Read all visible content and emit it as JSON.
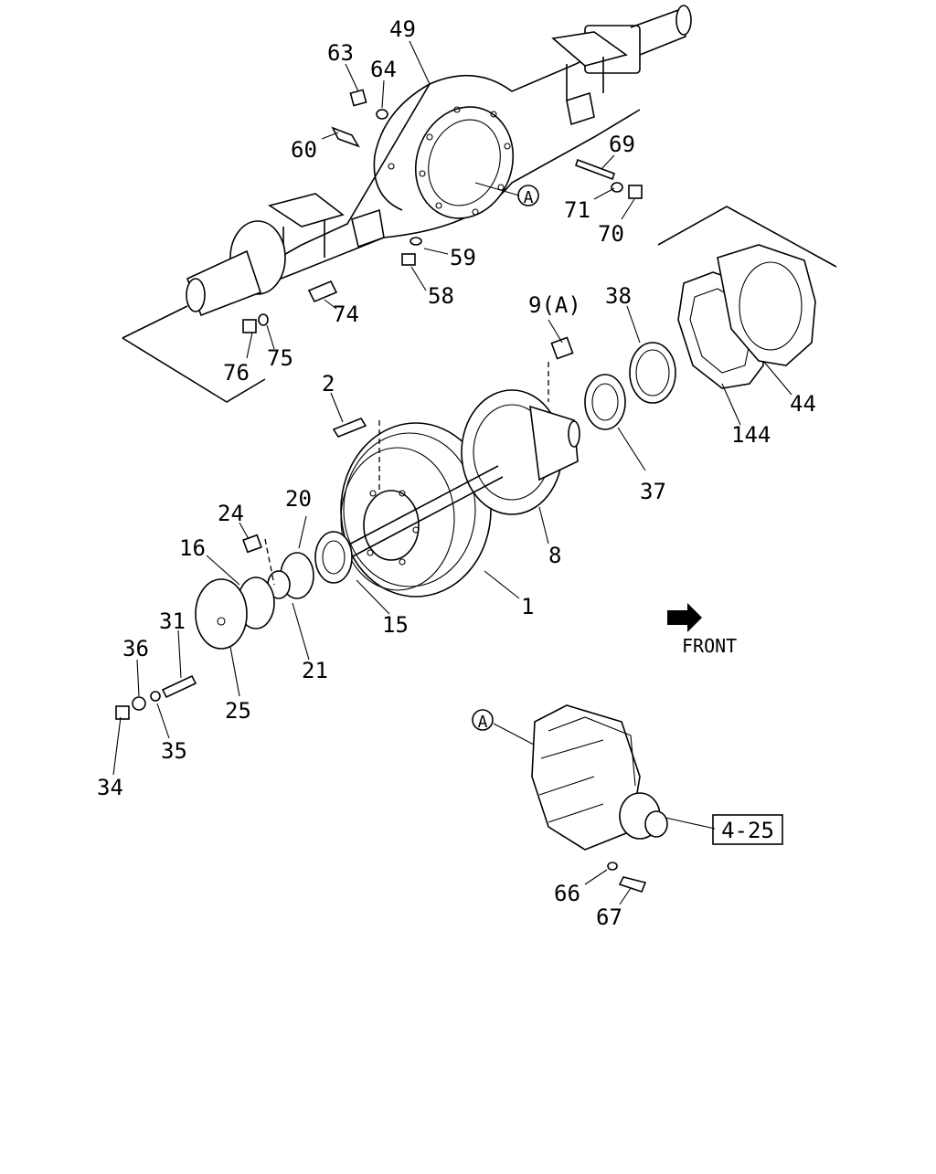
{
  "callouts": {
    "c49": "49",
    "c63": "63",
    "c64": "64",
    "c60": "60",
    "c69": "69",
    "c71": "71",
    "c70": "70",
    "c59": "59",
    "c58": "58",
    "c74": "74",
    "c76": "76",
    "c75": "75",
    "c2": "2",
    "c9a": "9(A)",
    "c38": "38",
    "c44": "44",
    "c144": "144",
    "c37": "37",
    "c8": "8",
    "c1": "1",
    "c24": "24",
    "c20": "20",
    "c16": "16",
    "c15": "15",
    "c21": "21",
    "c31": "31",
    "c36": "36",
    "c25": "25",
    "c35": "35",
    "c34": "34",
    "c66": "66",
    "c67": "67"
  },
  "markers": {
    "ref_a_upper": "A",
    "ref_a_lower": "A"
  },
  "front_label": "FRONT",
  "ref_box": "4-25"
}
